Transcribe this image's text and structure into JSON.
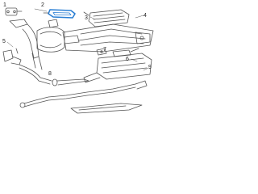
{
  "callouts": [
    {
      "id": "c1",
      "text": "1"
    },
    {
      "id": "c2",
      "text": "2"
    },
    {
      "id": "c3",
      "text": "3"
    },
    {
      "id": "c4",
      "text": "4"
    },
    {
      "id": "c5",
      "text": "5"
    },
    {
      "id": "c6",
      "text": "6"
    },
    {
      "id": "c7",
      "text": "7"
    },
    {
      "id": "c8",
      "text": "8"
    },
    {
      "id": "c9",
      "text": "9"
    }
  ],
  "colors": {
    "line": "#555555",
    "highlight": "#2a7fd4",
    "background": "#ffffff"
  }
}
